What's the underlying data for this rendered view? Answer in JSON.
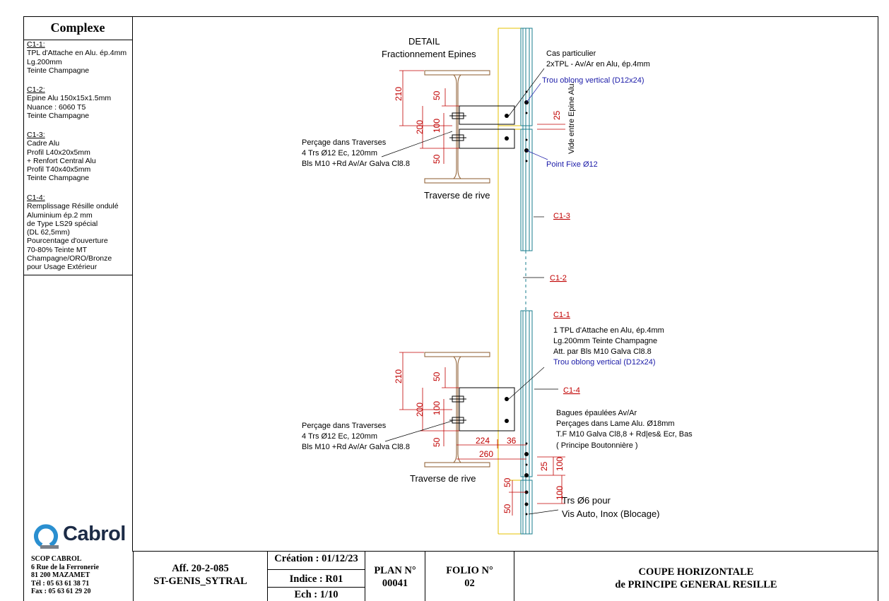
{
  "sidebar": {
    "title": "Complexe",
    "specs": [
      {
        "head": "C1-1:",
        "lines": [
          "TPL d'Attache en Alu. ép.4mm",
          "Lg.200mm",
          "Teinte Champagne"
        ]
      },
      {
        "head": "C1-2:",
        "lines": [
          "Epine Alu 150x15x1.5mm",
          "Nuance : 6060 T5",
          "Teinte Champagne"
        ]
      },
      {
        "head": "C1-3:",
        "lines": [
          "Cadre Alu",
          "Profil L40x20x5mm",
          "+ Renfort Central Alu",
          "Profil T40x40x5mm",
          "Teinte Champagne"
        ]
      },
      {
        "head": "C1-4:",
        "lines": [
          "Remplissage Résille ondulé",
          "Aluminium ép.2 mm",
          "de Type LS29 spécial",
          "(DL 62,5mm)",
          "Pourcentage d'ouverture",
          "70-80%   Teinte MT",
          "Champagne/ORO/Bronze",
          "pour Usage Extérieur"
        ]
      }
    ],
    "logo_text": "Cabrol",
    "company": [
      "SCOP CABROL",
      "6 Rue de la Ferronerie",
      "81 200 MAZAMET",
      "Tél : 05 63 61 38 71",
      "Fax : 05 63 61 29 20"
    ]
  },
  "title_block": {
    "affaire": "Aff. 20-2-085",
    "site": "ST-GENIS_SYTRAL",
    "creation": "Création : 01/12/23",
    "indice": "Indice : R01",
    "echelle": "Ech : 1/10",
    "plan_label": "PLAN N°",
    "plan_value": "00041",
    "folio_label": "FOLIO N°",
    "folio_value": "02",
    "title_line1": "COUPE HORIZONTALE",
    "title_line2": "de PRINCIPE GENERAL RESILLE"
  },
  "drawing": {
    "detail_title": "DETAIL",
    "detail_subtitle": "Fractionnement Epines",
    "cas_particulier": [
      "Cas particulier",
      "2xTPL -  Av/Ar  en Alu, ép.4mm"
    ],
    "trou_oblong_1": "Trou oblong vertical (D12x24)",
    "vide_entre": "Vide entre Epine Alu.",
    "point_fixe": "Point Fixe Ø12",
    "percage_1": [
      "Perçage dans Traverses",
      "4 Trs Ø12 Ec, 120mm",
      "Bls M10 +Rd Av/Ar Galva Cl8.8"
    ],
    "traverse_1": "Traverse de rive",
    "ref_c13": "C1-3",
    "ref_c12": "C1-2",
    "ref_c11": "C1-1",
    "tpl_note": [
      "1 TPL d'Attache en Alu, ép.4mm",
      "Lg.200mm Teinte Champagne",
      "Att. par Bls M10 Galva Cl8.8"
    ],
    "trou_oblong_2": "Trou oblong vertical (D12x24)",
    "ref_c14": "C1-4",
    "bagues_note": [
      "Bagues épaulées Av/Ar",
      "Perçages dans Lame Alu. Ø18mm",
      "T.F M10 Galva Cl8,8 + Rd|es& Ecr, Bas",
      "( Principe Boutonnière )"
    ],
    "percage_2": [
      "Perçage dans Traverses",
      "4 Trs Ø12 Ec, 120mm",
      "Bls M10 +Rd Av/Ar Galva Cl8.8"
    ],
    "traverse_2": "Traverse de rive",
    "trs_note": [
      "Trs Ø6 pour",
      "Vis Auto, Inox (Blocage)"
    ],
    "dims": {
      "d210a": "210",
      "d50a": "50",
      "d200a": "200",
      "d100a": "100",
      "d50b": "50",
      "d25a": "25",
      "d210b": "210",
      "d50c": "50",
      "d200b": "200",
      "d100b": "100",
      "d50d": "50",
      "d224": "224",
      "d36": "36",
      "d260": "260",
      "d25b": "25",
      "d100c": "100",
      "d50e": "50",
      "d100d": "100",
      "d50f": "50"
    },
    "colors": {
      "dimension": "#c00000",
      "note_blue": "#1a1aa8",
      "spine": "#1a7c8c",
      "yellow": "#e6c200",
      "traverse": "#8b5a2b"
    }
  }
}
